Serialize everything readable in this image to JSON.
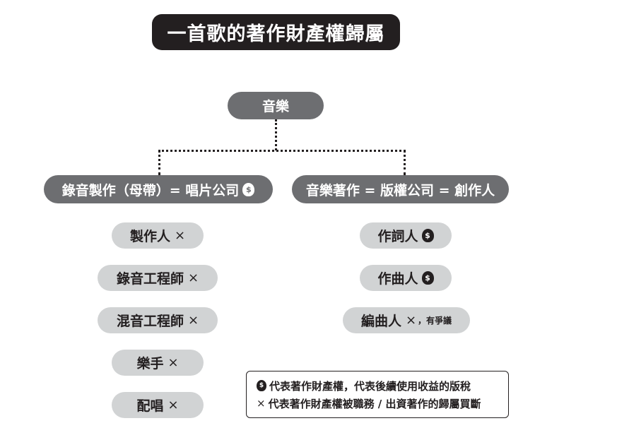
{
  "title": "一首歌的著作財產權歸屬",
  "root": "音樂",
  "left": {
    "header": "錄音製作（母帶）= 唱片公司",
    "items": [
      "製作人",
      "錄音工程師",
      "混音工程師",
      "樂手",
      "配唱"
    ]
  },
  "right": {
    "header": "音樂著作 = 版權公司 = 創作人",
    "items": [
      "作詞人",
      "作曲人",
      "編曲人"
    ],
    "note": "，有爭議"
  },
  "symbols": {
    "money": "$",
    "cross": "×"
  },
  "legend": {
    "money_text": "代表著作財產權，代表後續使用收益的版稅",
    "cross_text": "代表著作財產權被職務 / 出資著作的歸屬買斷"
  }
}
